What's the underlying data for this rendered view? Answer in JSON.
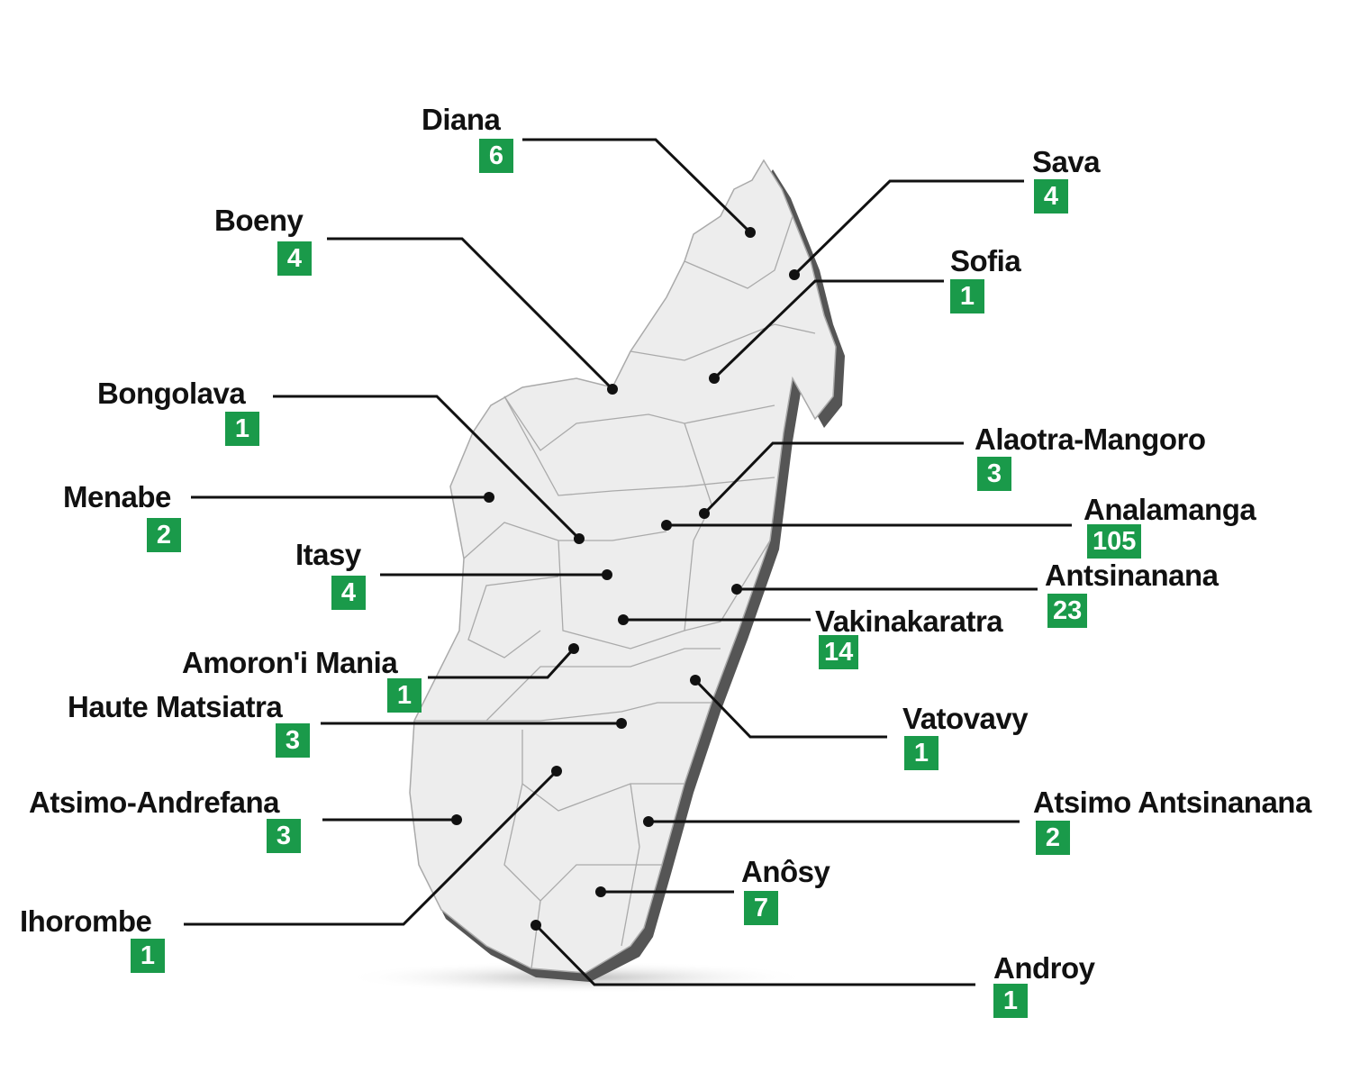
{
  "colors": {
    "badge": "#1a9a4a",
    "map_fill": "#ededed",
    "map_shadow": "#555555",
    "line": "#111111"
  },
  "regions": [
    {
      "name": "Diana",
      "value": "6"
    },
    {
      "name": "Boeny",
      "value": "4"
    },
    {
      "name": "Bongolava",
      "value": "1"
    },
    {
      "name": "Menabe",
      "value": "2"
    },
    {
      "name": "Itasy",
      "value": "4"
    },
    {
      "name": "Amoron'i Mania",
      "value": "1"
    },
    {
      "name": "Haute Matsiatra",
      "value": "3"
    },
    {
      "name": "Atsimo-Andrefana",
      "value": "3"
    },
    {
      "name": "Ihorombe",
      "value": "1"
    },
    {
      "name": "Sava",
      "value": "4"
    },
    {
      "name": "Sofia",
      "value": "1"
    },
    {
      "name": "Alaotra-Mangoro",
      "value": "3"
    },
    {
      "name": "Analamanga",
      "value": "105"
    },
    {
      "name": "Antsinanana",
      "value": "23"
    },
    {
      "name": "Vakinakaratra",
      "value": "14"
    },
    {
      "name": "Vatovavy",
      "value": "1"
    },
    {
      "name": "Atsimo Antsinanana",
      "value": "2"
    },
    {
      "name": "Anôsy",
      "value": "7"
    },
    {
      "name": "Androy",
      "value": "1"
    }
  ]
}
